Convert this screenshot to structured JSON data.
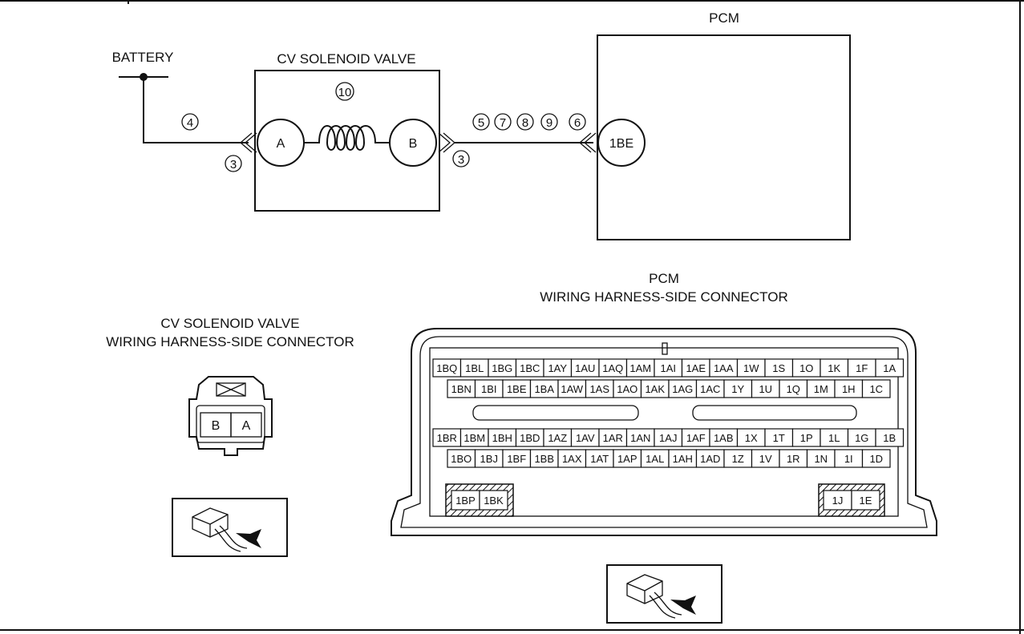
{
  "circuit": {
    "battery_label": "BATTERY",
    "valve_label": "CV SOLENOID VALVE",
    "pcm_label": "PCM",
    "terminal_a": "A",
    "terminal_b": "B",
    "pcm_terminal": "1BE",
    "step_coil": "10",
    "step_battery_wire": "4",
    "step_valve_a": "3",
    "step_valve_b": "3",
    "steps_signal": [
      "5",
      "7",
      "8",
      "9"
    ],
    "step_pcm": "6"
  },
  "valve_connector": {
    "title_line1": "CV SOLENOID VALVE",
    "title_line2": "WIRING HARNESS-SIDE CONNECTOR",
    "pins": [
      "B",
      "A"
    ]
  },
  "pcm_connector": {
    "title_line1": "PCM",
    "title_line2": "WIRING HARNESS-SIDE CONNECTOR",
    "rows": [
      [
        "1BQ",
        "1BL",
        "1BG",
        "1BC",
        "1AY",
        "1AU",
        "1AQ",
        "1AM",
        "1AI",
        "1AE",
        "1AA",
        "1W",
        "1S",
        "1O",
        "1K",
        "1F",
        "1A"
      ],
      [
        "1BN",
        "1BI",
        "1BE",
        "1BA",
        "1AW",
        "1AS",
        "1AO",
        "1AK",
        "1AG",
        "1AC",
        "1Y",
        "1U",
        "1Q",
        "1M",
        "1H",
        "1C"
      ],
      [
        "1BR",
        "1BM",
        "1BH",
        "1BD",
        "1AZ",
        "1AV",
        "1AR",
        "1AN",
        "1AJ",
        "1AF",
        "1AB",
        "1X",
        "1T",
        "1P",
        "1L",
        "1G",
        "1B"
      ],
      [
        "1BO",
        "1BJ",
        "1BF",
        "1BB",
        "1AX",
        "1AT",
        "1AP",
        "1AL",
        "1AH",
        "1AD",
        "1Z",
        "1V",
        "1R",
        "1N",
        "1I",
        "1D"
      ]
    ],
    "hatched_left": [
      "1BP",
      "1BK"
    ],
    "hatched_right": [
      "1J",
      "1E"
    ]
  }
}
